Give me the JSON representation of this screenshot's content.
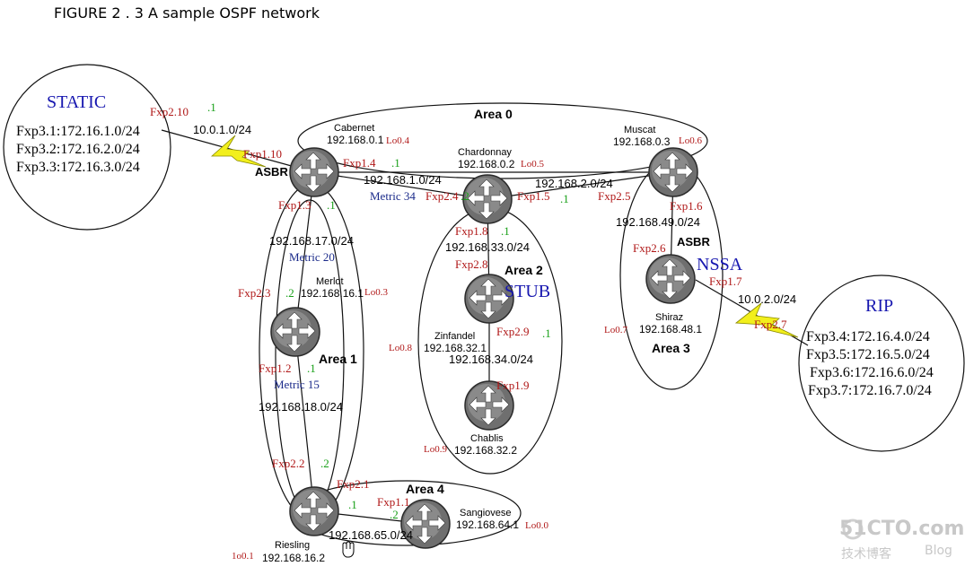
{
  "title": "FIGURE 2 . 3 A sample OSPF network",
  "areas": {
    "area0": "Area 0",
    "area1": "Area 1",
    "area2": "Area 2",
    "area3": "Area 3",
    "area4": "Area 4",
    "stub": "STUB",
    "nssa": "NSSA"
  },
  "external": {
    "static": {
      "label": "STATIC",
      "routes": [
        "Fxp3.1:172.16.1.0/24",
        "Fxp3.2:172.16.2.0/24",
        "Fxp3.3:172.16.3.0/24"
      ]
    },
    "rip": {
      "label": "RIP",
      "routes": [
        "Fxp3.4:172.16.4.0/24",
        "Fxp3.5:172.16.5.0/24",
        "Fxp3.6:172.16.6.0/24",
        "Fxp3.7:172.16.7.0/24"
      ]
    }
  },
  "routers": {
    "cabernet": {
      "name": "Cabernet",
      "ip": "192.168.0.1",
      "lo": "Lo0.4",
      "role": "ASBR"
    },
    "chardonnay": {
      "name": "Chardonnay",
      "ip": "192.168.0.2",
      "lo": "Lo0.5"
    },
    "muscat": {
      "name": "Muscat",
      "ip": "192.168.0.3",
      "lo": "Lo0.6"
    },
    "merlot": {
      "name": "Merlot",
      "ip": "192.168.16.1",
      "lo": "Lo0.3"
    },
    "zinfandel": {
      "name": "Zinfandel",
      "ip": "192.168.32.1",
      "lo": "Lo0.8"
    },
    "chablis": {
      "name": "Chablis",
      "ip": "192.168.32.2",
      "lo": "Lo0.9"
    },
    "shiraz": {
      "name": "Shiraz",
      "ip": "192.168.48.1",
      "lo": "Lo0.7",
      "role": "ASBR"
    },
    "riesling": {
      "name": "Riesling",
      "ip": "192.168.16.2",
      "lo": "1o0.1"
    },
    "sangiovese": {
      "name": "Sangiovese",
      "ip": "192.168.64.1",
      "lo": "Lo0.0"
    }
  },
  "networks": {
    "n10_0_1": "10.0.1.0/24",
    "n1_0": "192.168.1.0/24",
    "n2_0": "192.168.2.0/24",
    "n17_0": "192.168.17.0/24",
    "n33_0": "192.168.33.0/24",
    "n49_0": "192.168.49.0/24",
    "n10_0_2": "10.0.2.0/24",
    "n34_0": "192.168.34.0/24",
    "n18_0": "192.168.18.0/24",
    "n65_0": "192.168.65.0/24"
  },
  "metrics": {
    "m34": "Metric 34",
    "m20": "Metric 20",
    "m15": "Metric 15"
  },
  "interfaces": {
    "fxp2_10": "Fxp2.10",
    "fxp1_10": "Fxp1.10",
    "fxp1_4": "Fxp1.4",
    "fxp1_3": "Fxp1.3",
    "fxp2_4": "Fxp2.4",
    "fxp1_5": "Fxp1.5",
    "fxp2_5": "Fxp2.5",
    "fxp1_8": "Fxp1.8",
    "fxp2_8": "Fxp2.8",
    "fxp2_9": "Fxp2.9",
    "fxp1_9": "Fxp1.9",
    "fxp1_6": "Fxp1.6",
    "fxp2_6": "Fxp2.6",
    "fxp1_7": "Fxp1.7",
    "fxp2_7": "Fxp2.7",
    "fxp2_3": "Fxp2.3",
    "fxp1_2": "Fxp1.2",
    "fxp2_2": "Fxp2.2",
    "fxp2_1": "Fxp2.1",
    "fxp1_1": "Fxp1.1"
  },
  "hosts": {
    "h1": ".1",
    "h2": ".2"
  },
  "watermark": {
    "brand": "51CTO.com",
    "sub": "技术博客",
    "blog": "Blog"
  },
  "colors": {
    "interface": "#b01818",
    "host": "#18a018",
    "metric": "#1a2a8a",
    "area_type": "#1818b0",
    "serial": "#f2ef1c"
  }
}
